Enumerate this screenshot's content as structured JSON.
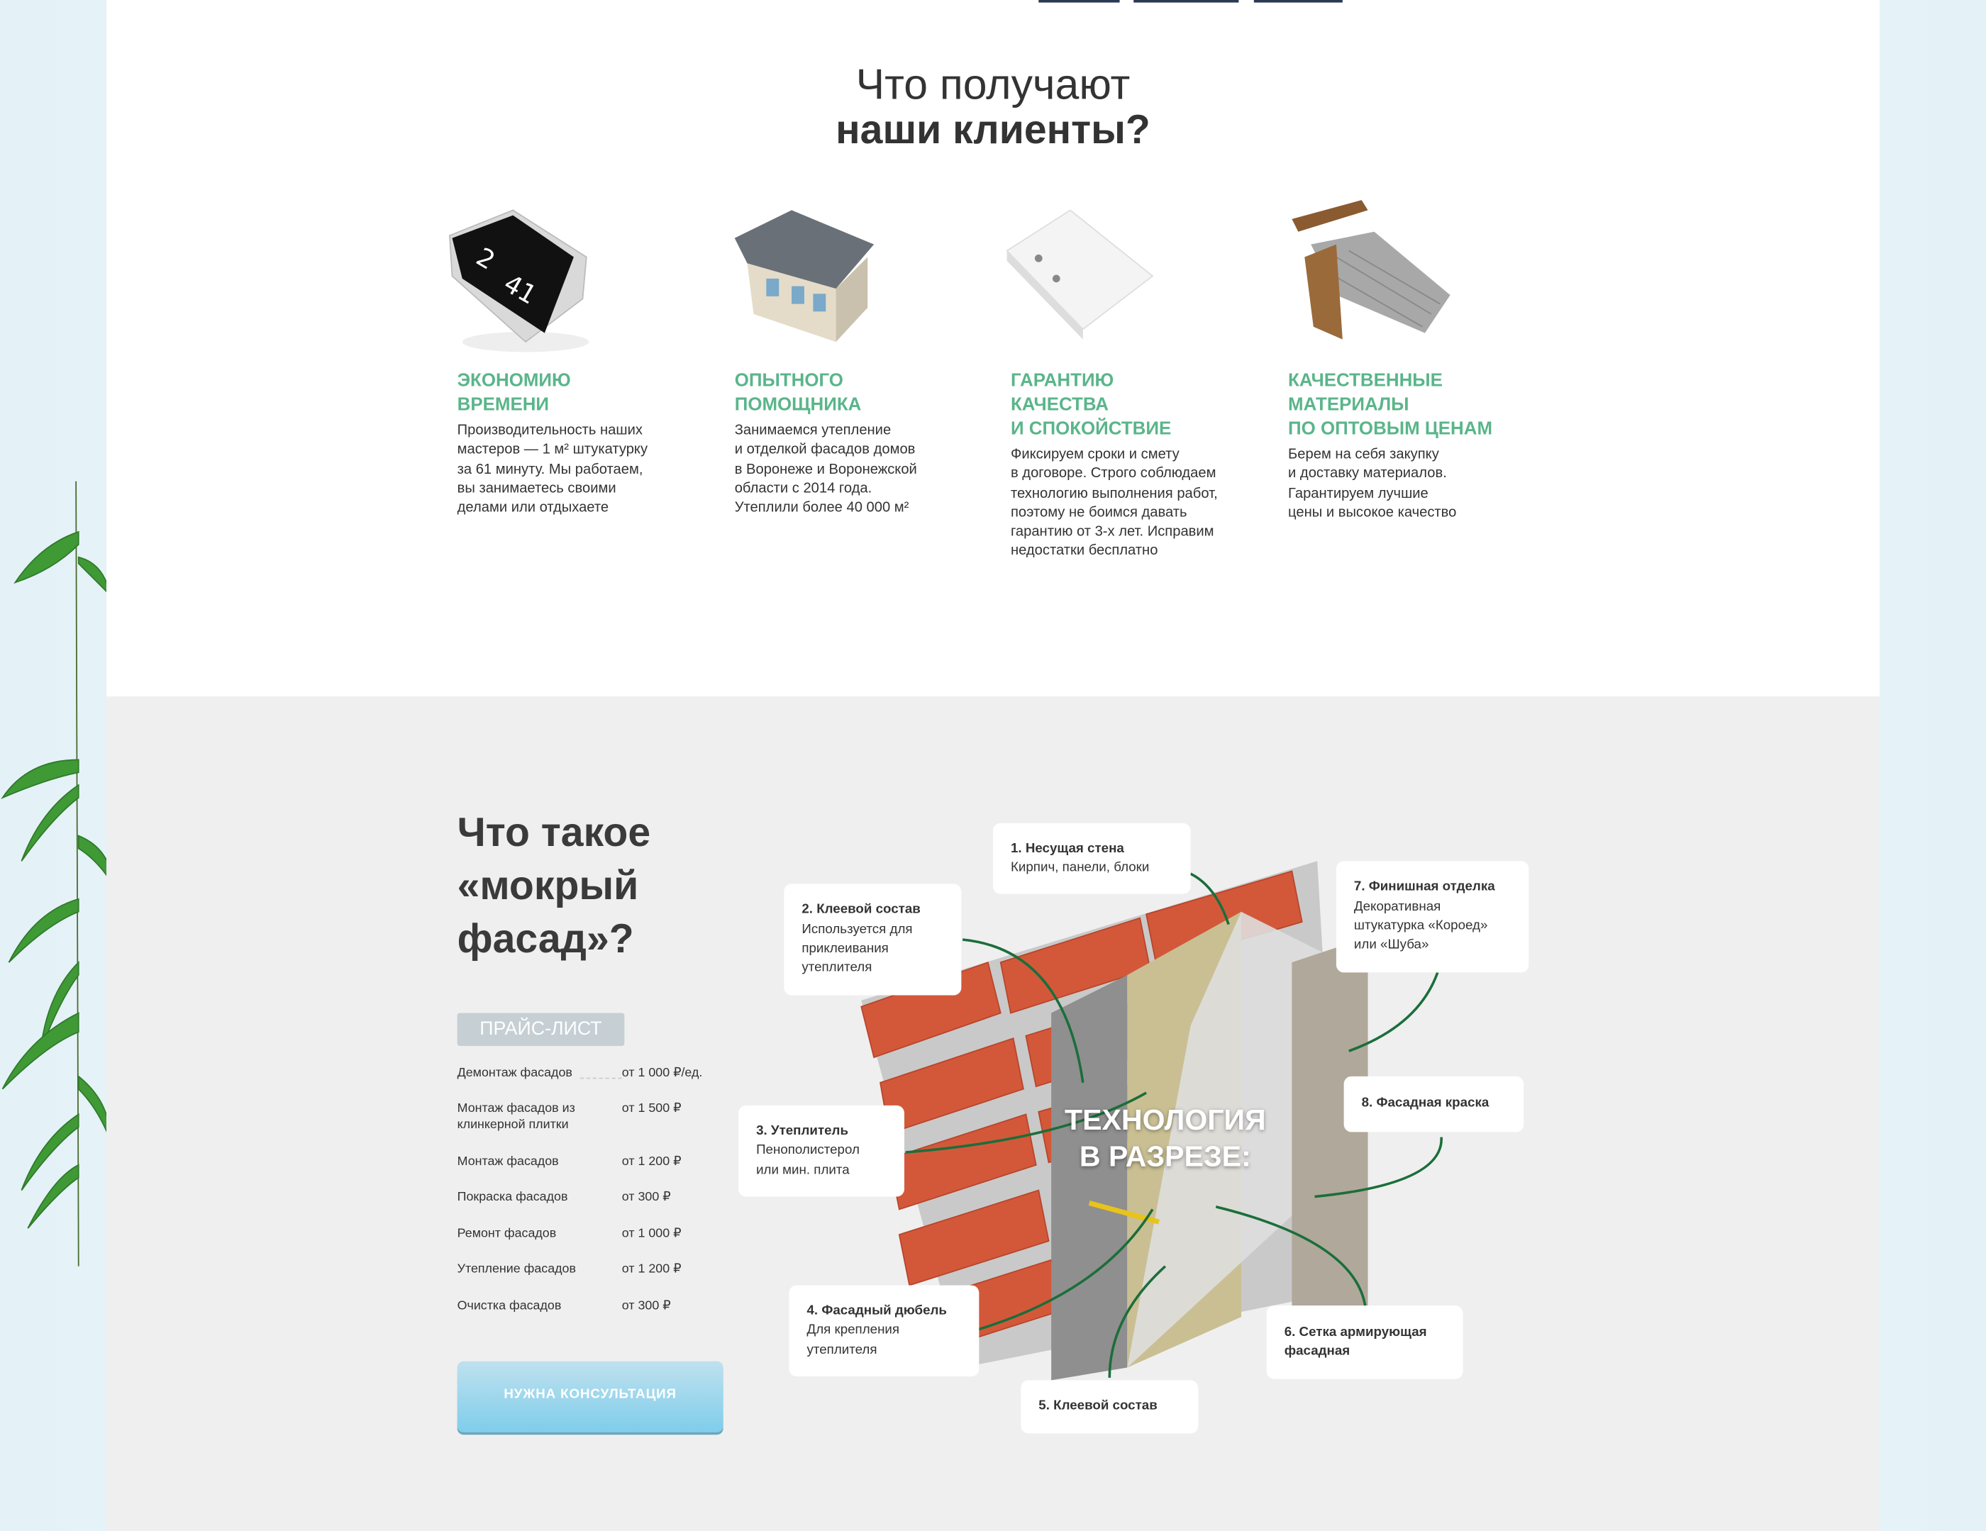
{
  "benefits": {
    "title_light": "Что получают",
    "title_bold": "наши клиенты?",
    "items": [
      {
        "icon": "clock-icon",
        "heading": "Экономию\nвремени",
        "text": "Производительность наших\nмастеров — 1 м² штукатурку\nза 61 минуту. Мы работаем,\nвы занимаетесь своими\nделами или отдыхаете"
      },
      {
        "icon": "house-icon",
        "heading": "Опытного\nпомощника",
        "text": "Занимаемся утепление\nи отделкой фасадов домов\nв Воронеже и Воронежской\nобласти с 2014 года.\nУтеплили  более 40 000 м²"
      },
      {
        "icon": "folder-icon",
        "heading": "Гарантию\nкачества\nи спокойствие",
        "text": "Фиксируем сроки и смету\nв договоре. Строго соблюдаем\nтехнологию выполнения работ,\nпоэтому не боимся давать\nгарантию от 3-х лет. Исправим\nнедостатки бесплатно"
      },
      {
        "icon": "materials-icon",
        "heading": "Качественные\nматериалы\nпо оптовым ценам",
        "text": "Берем на себя закупку\nи доставку материалов.\nГарантируем лучшие\nцены и высокое качество"
      }
    ]
  },
  "facade": {
    "title": "Что такое\n«мокрый\nфасад»?",
    "price_badge": "ПРАЙС-ЛИСТ",
    "prices": [
      {
        "name": "Демонтаж фасадов",
        "price": "от 1 000 ₽/ед."
      },
      {
        "name": "Монтаж фасадов из клинкерной плитки",
        "price": "от 1 500 ₽"
      },
      {
        "name": "Монтаж фасадов",
        "price": "от 1 200 ₽"
      },
      {
        "name": "Покраска фасадов",
        "price": "от 300 ₽"
      },
      {
        "name": "Ремонт фасадов",
        "price": "от 1 000 ₽"
      },
      {
        "name": "Утепление фасадов",
        "price": "от 1 200 ₽"
      },
      {
        "name": "Очистка фасадов",
        "price": "от 300 ₽"
      }
    ],
    "button": "НУЖНА КОНСУЛЬТАЦИЯ",
    "diagram_title": "ТЕХНОЛОГИЯ\nВ РАЗРЕЗЕ:",
    "callouts": [
      {
        "title": "1. Несущая стена",
        "text": "Кирпич, панели, блоки"
      },
      {
        "title": "2. Клеевой состав",
        "text": "Используется для\nприклеивания\nутеплителя"
      },
      {
        "title": "3. Утеплитель",
        "text": "Пенополистерол\nили мин. плита"
      },
      {
        "title": "4. Фасадный дюбель",
        "text": "Для крепления\nутеплителя"
      },
      {
        "title": "5. Клеевой состав",
        "text": ""
      },
      {
        "title": "6. Сетка армирующая\nфасадная",
        "text": ""
      },
      {
        "title": "7. Финишная отделка",
        "text": "Декоративная\nштукатурка «Короед»\nили «Шуба»"
      },
      {
        "title": "8. Фасадная краска",
        "text": ""
      }
    ]
  },
  "colors": {
    "accent_green": "#5ab58a",
    "button_blue": "#7fcdeb",
    "badge_grey": "#c5cfd4"
  }
}
